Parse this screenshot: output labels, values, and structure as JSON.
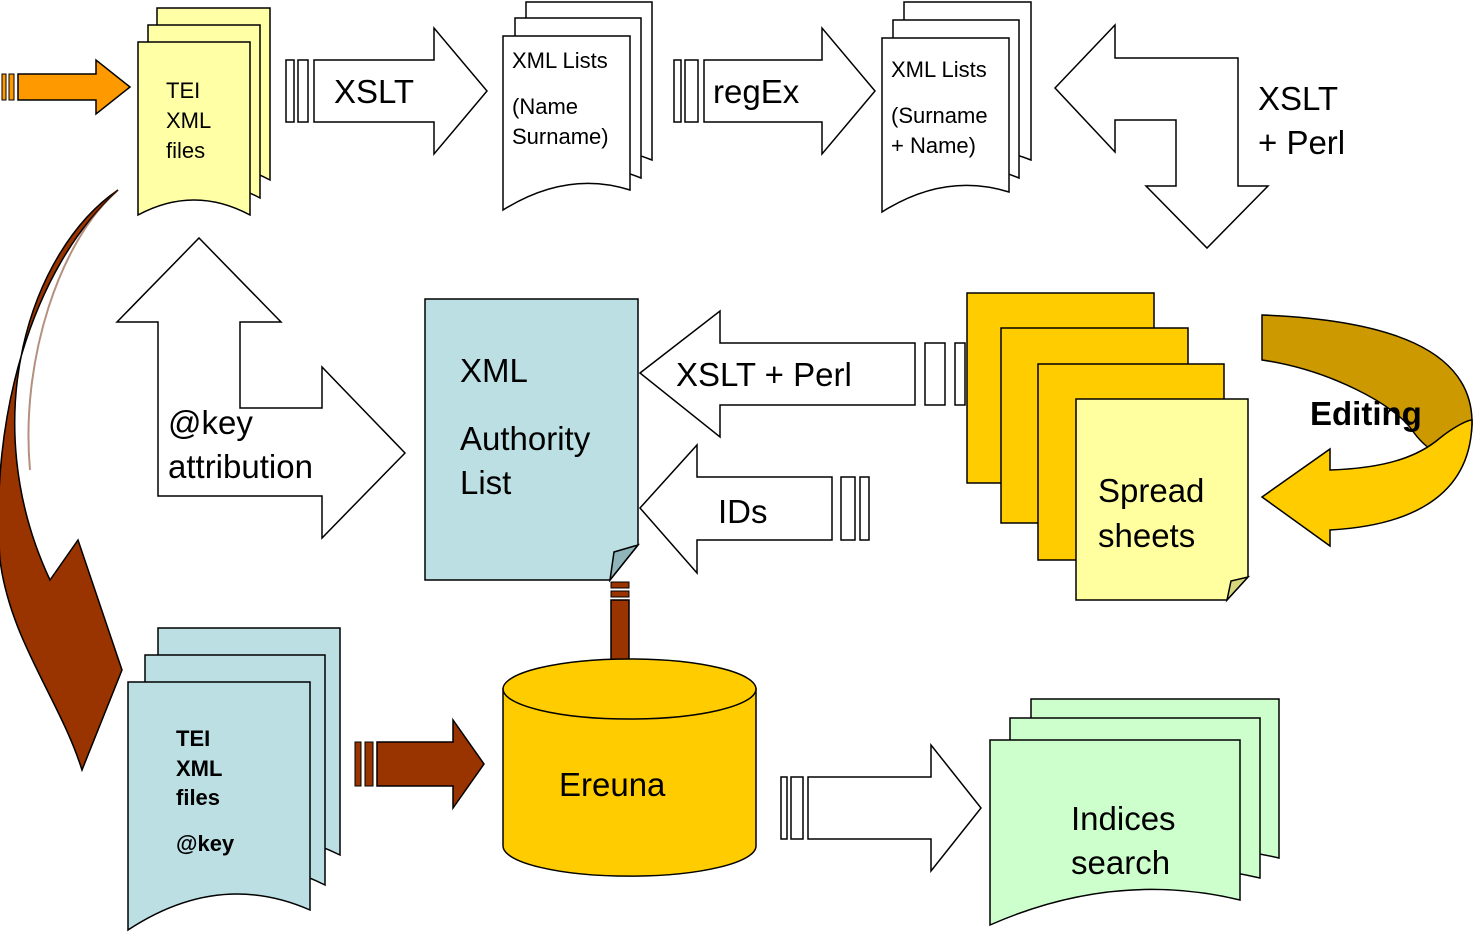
{
  "colors": {
    "tei_source_fill": "#ffffa6",
    "authority_fill": "#bbdfe3",
    "spreadsheet_fill": "#ffcc00",
    "spreadsheet_front_fill": "#ffff9f",
    "ereuna_fill": "#ffcc00",
    "indices_fill": "#ccffcc",
    "dark_arrow": "#993300",
    "orange_arrow": "#ff9900",
    "editing_arrow": "#ffcc00"
  },
  "nodes": {
    "tei_source": {
      "lines": [
        "TEI",
        "XML",
        "files"
      ]
    },
    "xml_lists_1": {
      "title": "XML Lists",
      "lines": [
        "(Name",
        "Surname)"
      ]
    },
    "xml_lists_2": {
      "title": "XML Lists",
      "lines": [
        "(Surname",
        "+ Name)"
      ]
    },
    "authority": {
      "lines": [
        "XML",
        "Authority",
        "List"
      ]
    },
    "spreadsheets": {
      "lines": [
        "Spread",
        "sheets"
      ]
    },
    "tei_keyed": {
      "lines": [
        "TEI",
        "XML",
        "files",
        "@key"
      ]
    },
    "ereuna": {
      "label": "Ereuna"
    },
    "indices": {
      "lines": [
        "Indices",
        "search"
      ]
    }
  },
  "edges": {
    "xslt": "XSLT",
    "regex": "regEx",
    "xslt_perl_down": [
      "XSLT",
      "+ Perl"
    ],
    "xslt_perl_left": "XSLT + Perl",
    "ids": "IDs",
    "editing": "Editing",
    "key_attribution": [
      "@key",
      "attribution"
    ]
  }
}
